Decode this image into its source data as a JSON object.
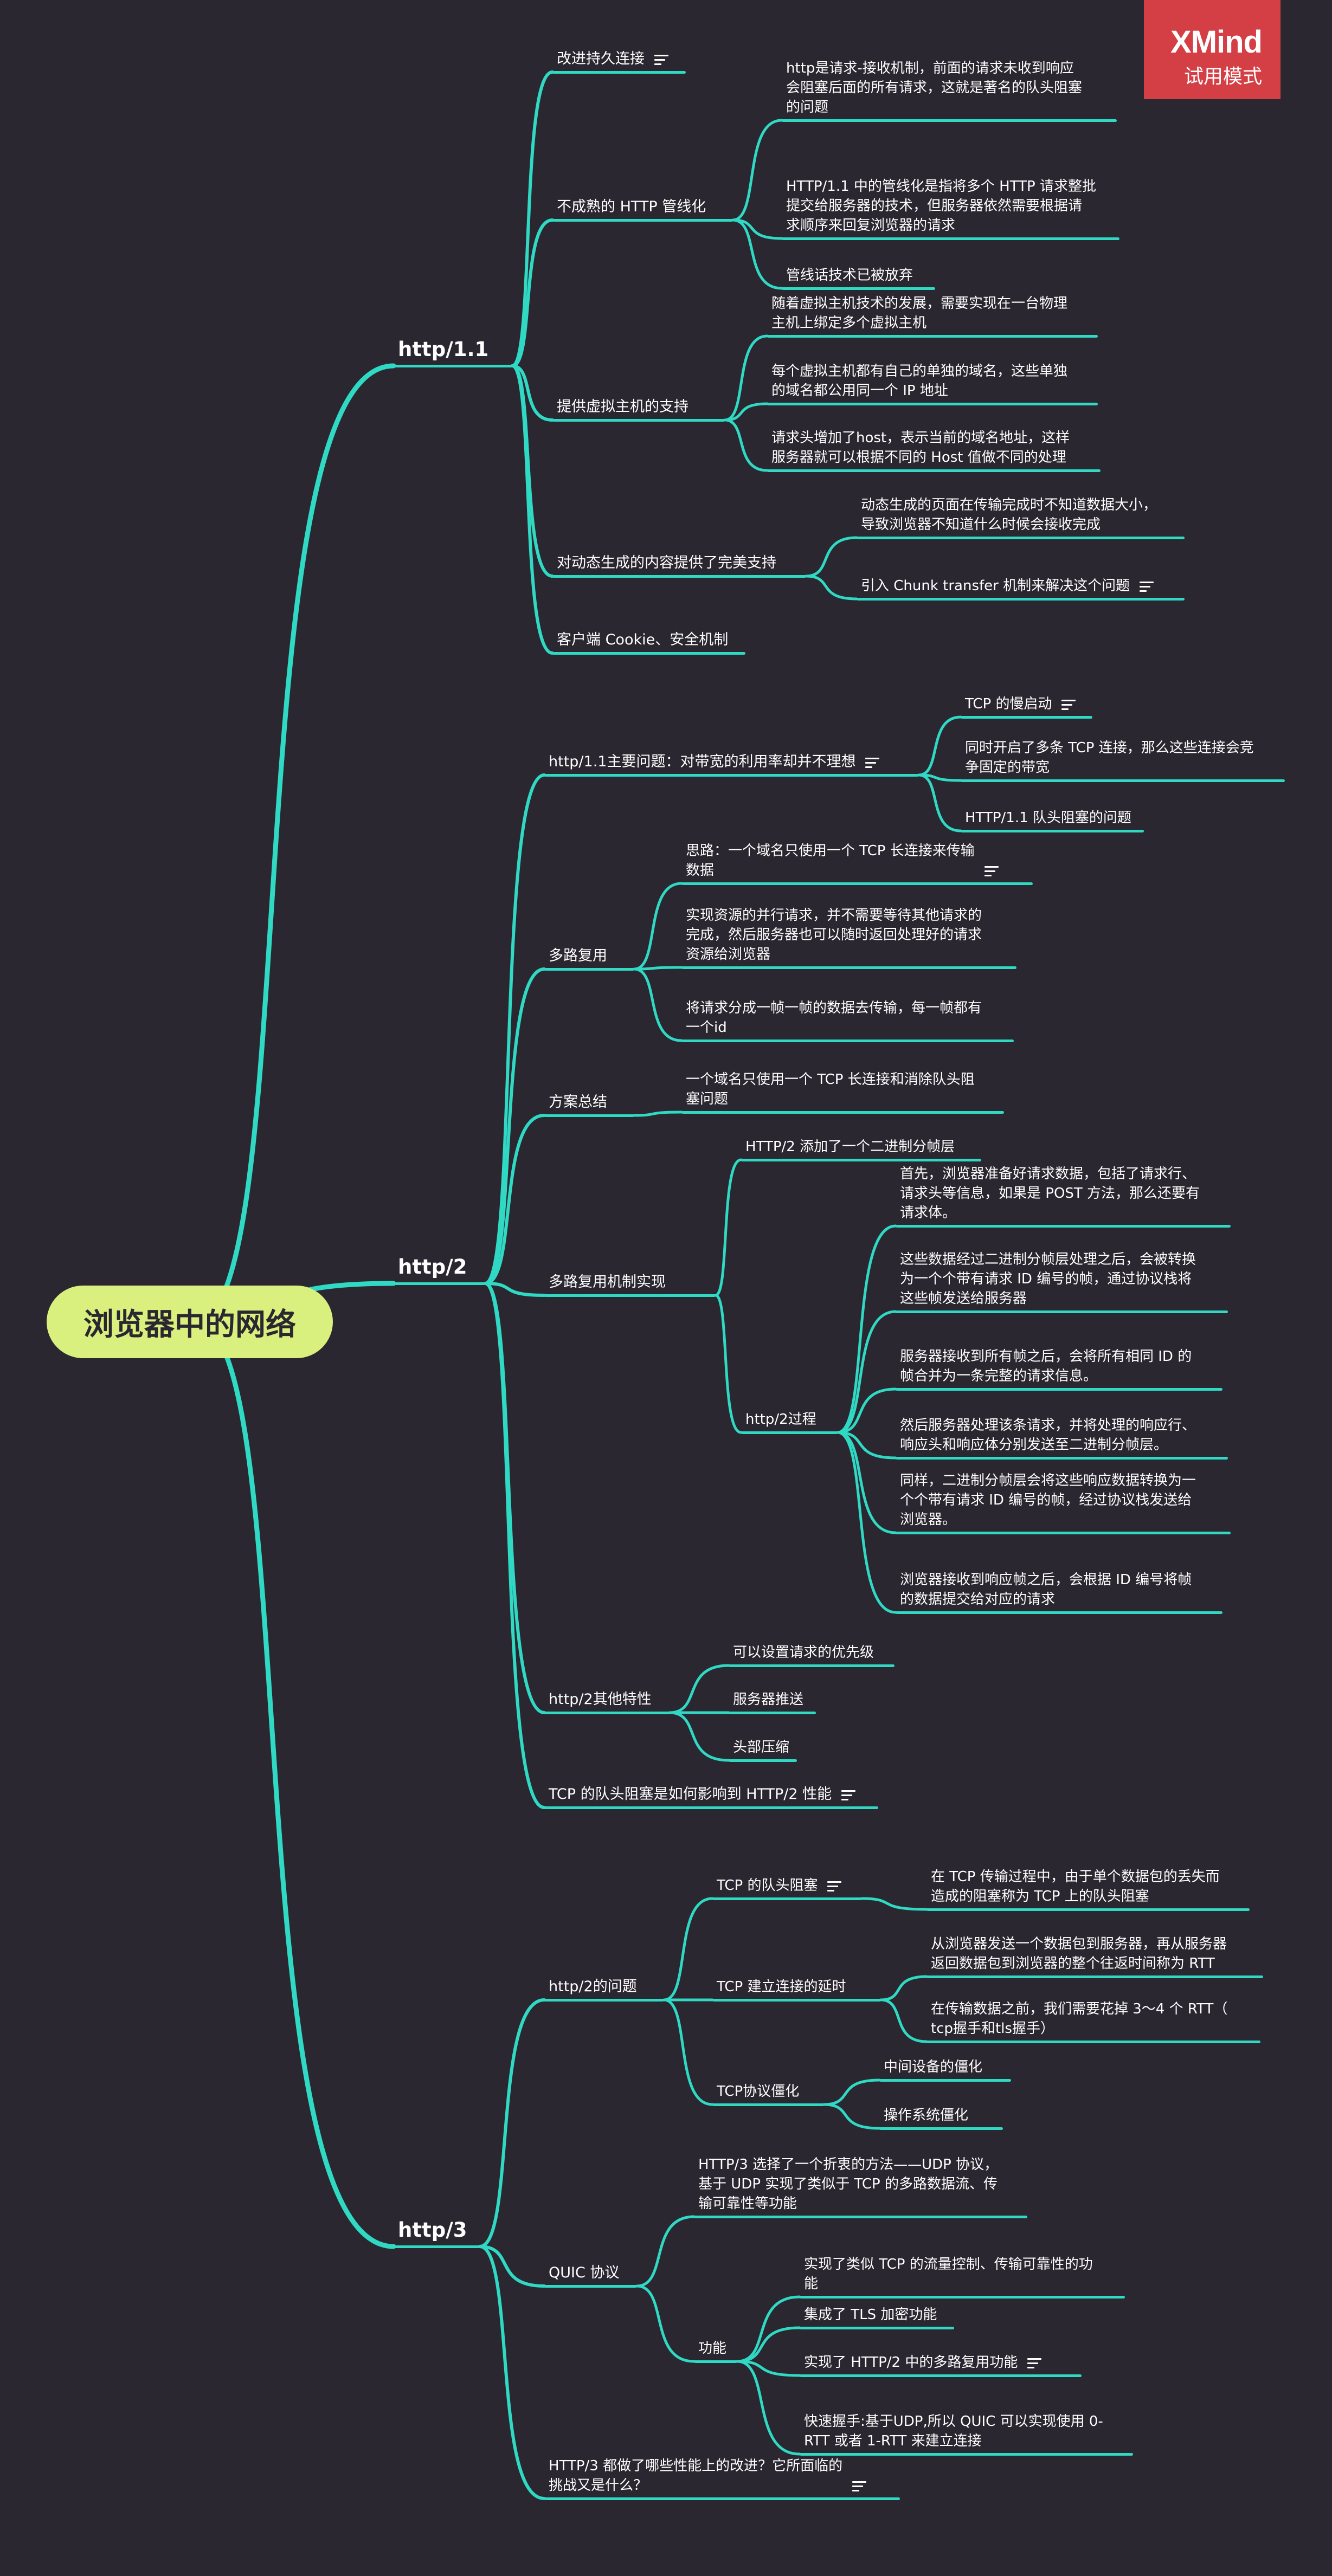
{
  "watermark": {
    "brand": "XMind",
    "mode": "试用模式"
  },
  "root": {
    "label": "浏览器中的网络"
  },
  "colors": {
    "background": "#2b2730",
    "branch": "#2fd9c3",
    "root_fill": "#d9f07e",
    "watermark": "#d43f45"
  },
  "branches": [
    {
      "id": "h11",
      "label": "http/1.1",
      "children": [
        {
          "id": "h11a",
          "label": "改进持久连接",
          "note": true
        },
        {
          "id": "h11b",
          "label": "不成熟的 HTTP 管线化",
          "children": [
            {
              "id": "h11b1",
              "lines": [
                "http是请求-接收机制，前面的请求未收到响应",
                "会阻塞后面的所有请求，这就是著名的队头阻塞",
                "的问题"
              ]
            },
            {
              "id": "h11b2",
              "lines": [
                "HTTP/1.1 中的管线化是指将多个 HTTP 请求整批",
                "提交给服务器的技术，但服务器依然需要根据请",
                "求顺序来回复浏览器的请求"
              ]
            },
            {
              "id": "h11b3",
              "lines": [
                "管线话技术已被放弃"
              ]
            }
          ]
        },
        {
          "id": "h11c",
          "label": "提供虚拟主机的支持",
          "children": [
            {
              "id": "h11c1",
              "lines": [
                "随着虚拟主机技术的发展，需要实现在一台物理",
                "主机上绑定多个虚拟主机"
              ]
            },
            {
              "id": "h11c2",
              "lines": [
                "每个虚拟主机都有自己的单独的域名，这些单独",
                "的域名都公用同一个 IP 地址"
              ]
            },
            {
              "id": "h11c3",
              "lines": [
                "请求头增加了host，表示当前的域名地址，这样",
                "服务器就可以根据不同的 Host 值做不同的处理"
              ]
            }
          ]
        },
        {
          "id": "h11d",
          "label": "对动态生成的内容提供了完美支持",
          "children": [
            {
              "id": "h11d1",
              "lines": [
                "动态生成的页面在传输完成时不知道数据大小，",
                "导致浏览器不知道什么时候会接收完成"
              ]
            },
            {
              "id": "h11d2",
              "lines": [
                "引入 Chunk transfer 机制来解决这个问题"
              ],
              "note": true
            }
          ]
        },
        {
          "id": "h11e",
          "label": "客户端 Cookie、安全机制"
        }
      ]
    },
    {
      "id": "h2",
      "label": "http/2",
      "children": [
        {
          "id": "h2a",
          "label": "http/1.1主要问题：对带宽的利用率却并不理想",
          "note": true,
          "children": [
            {
              "id": "h2a1",
              "lines": [
                "TCP 的慢启动"
              ],
              "note": true
            },
            {
              "id": "h2a2",
              "lines": [
                "同时开启了多条 TCP 连接，那么这些连接会竞",
                "争固定的带宽"
              ]
            },
            {
              "id": "h2a3",
              "lines": [
                "HTTP/1.1 队头阻塞的问题"
              ]
            }
          ]
        },
        {
          "id": "h2b",
          "label": "多路复用",
          "children": [
            {
              "id": "h2b1",
              "lines": [
                "思路：一个域名只使用一个 TCP 长连接来传输",
                "数据"
              ],
              "note": true
            },
            {
              "id": "h2b2",
              "lines": [
                "实现资源的并行请求，并不需要等待其他请求的",
                "完成，然后服务器也可以随时返回处理好的请求",
                "资源给浏览器"
              ]
            },
            {
              "id": "h2b3",
              "lines": [
                "将请求分成一帧一帧的数据去传输，每一帧都有",
                "一个id"
              ]
            }
          ]
        },
        {
          "id": "h2c",
          "label": "方案总结",
          "children": [
            {
              "id": "h2c1",
              "lines": [
                "一个域名只使用一个 TCP 长连接和消除队头阻",
                "塞问题"
              ]
            }
          ]
        },
        {
          "id": "h2d",
          "label": "多路复用机制实现",
          "children": [
            {
              "id": "h2d1",
              "lines": [
                "HTTP/2 添加了一个二进制分帧层"
              ]
            },
            {
              "id": "h2d2",
              "lines": [
                "http/2过程"
              ],
              "children": [
                {
                  "id": "h2d2a",
                  "lines": [
                    "首先，浏览器准备好请求数据，包括了请求行、",
                    "请求头等信息，如果是 POST 方法，那么还要有",
                    "请求体。"
                  ]
                },
                {
                  "id": "h2d2b",
                  "lines": [
                    "这些数据经过二进制分帧层处理之后，会被转换",
                    "为一个个带有请求 ID 编号的帧，通过协议栈将",
                    "这些帧发送给服务器"
                  ]
                },
                {
                  "id": "h2d2c",
                  "lines": [
                    "服务器接收到所有帧之后，会将所有相同 ID 的",
                    "帧合并为一条完整的请求信息。"
                  ]
                },
                {
                  "id": "h2d2d",
                  "lines": [
                    "然后服务器处理该条请求，并将处理的响应行、",
                    "响应头和响应体分别发送至二进制分帧层。"
                  ]
                },
                {
                  "id": "h2d2e",
                  "lines": [
                    "同样，二进制分帧层会将这些响应数据转换为一",
                    "个个带有请求 ID 编号的帧，经过协议栈发送给",
                    "浏览器。"
                  ]
                },
                {
                  "id": "h2d2f",
                  "lines": [
                    "浏览器接收到响应帧之后，会根据 ID 编号将帧",
                    "的数据提交给对应的请求"
                  ]
                }
              ]
            }
          ]
        },
        {
          "id": "h2e",
          "label": "http/2其他特性",
          "children": [
            {
              "id": "h2e1",
              "lines": [
                "可以设置请求的优先级"
              ]
            },
            {
              "id": "h2e2",
              "lines": [
                "服务器推送"
              ]
            },
            {
              "id": "h2e3",
              "lines": [
                "头部压缩"
              ]
            }
          ]
        },
        {
          "id": "h2f",
          "label": "TCP 的队头阻塞是如何影响到 HTTP/2 性能",
          "note": true
        }
      ]
    },
    {
      "id": "h3",
      "label": "http/3",
      "children": [
        {
          "id": "h3a",
          "label": "http/2的问题",
          "children": [
            {
              "id": "h3a1",
              "lines": [
                "TCP 的队头阻塞"
              ],
              "note": true,
              "children": [
                {
                  "id": "h3a1a",
                  "lines": [
                    "在 TCP 传输过程中，由于单个数据包的丢失而",
                    "造成的阻塞称为 TCP 上的队头阻塞"
                  ]
                }
              ]
            },
            {
              "id": "h3a2",
              "lines": [
                "TCP 建立连接的延时"
              ],
              "children": [
                {
                  "id": "h3a2a",
                  "lines": [
                    "从浏览器发送一个数据包到服务器，再从服务器",
                    "返回数据包到浏览器的整个往返时间称为 RTT"
                  ]
                },
                {
                  "id": "h3a2b",
                  "lines": [
                    "在传输数据之前，我们需要花掉 3～4 个 RTT（",
                    "tcp握手和tls握手）"
                  ]
                }
              ]
            },
            {
              "id": "h3a3",
              "lines": [
                "TCP协议僵化"
              ],
              "children": [
                {
                  "id": "h3a3a",
                  "lines": [
                    "中间设备的僵化"
                  ]
                },
                {
                  "id": "h3a3b",
                  "lines": [
                    "操作系统僵化"
                  ]
                }
              ]
            }
          ]
        },
        {
          "id": "h3b",
          "label": "QUIC 协议",
          "children": [
            {
              "id": "h3b1",
              "lines": [
                "HTTP/3 选择了一个折衷的方法——UDP 协议，",
                "基于 UDP 实现了类似于 TCP 的多路数据流、传",
                "输可靠性等功能"
              ]
            },
            {
              "id": "h3b2",
              "lines": [
                "功能"
              ],
              "children": [
                {
                  "id": "h3b2a",
                  "lines": [
                    "实现了类似 TCP 的流量控制、传输可靠性的功",
                    "能"
                  ]
                },
                {
                  "id": "h3b2b",
                  "lines": [
                    "集成了 TLS 加密功能"
                  ]
                },
                {
                  "id": "h3b2c",
                  "lines": [
                    "实现了 HTTP/2 中的多路复用功能"
                  ],
                  "note": true
                },
                {
                  "id": "h3b2d",
                  "lines": [
                    "快速握手:基于UDP,所以 QUIC 可以实现使用 0-",
                    "RTT 或者 1-RTT 来建立连接"
                  ]
                }
              ]
            }
          ]
        },
        {
          "id": "h3c",
          "lines": [
            "HTTP/3 都做了哪些性能上的改进？它所面临的",
            "挑战又是什么？"
          ],
          "note": true
        }
      ]
    }
  ]
}
